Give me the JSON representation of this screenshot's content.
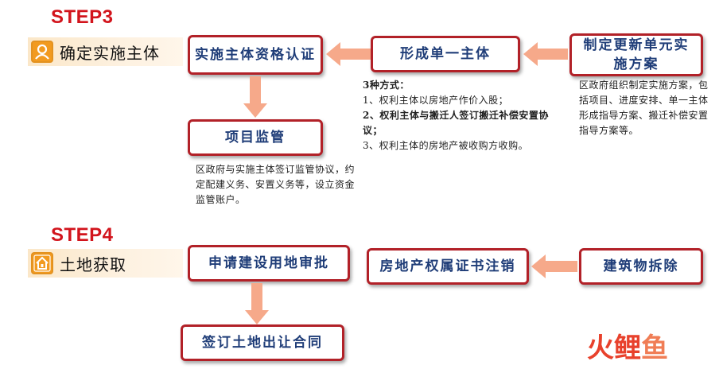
{
  "step3": {
    "heading": "STEP3",
    "stage_label": "确定实施主体",
    "boxes": {
      "qualification": "实施主体资格认证",
      "single_subject": "形成单一主体",
      "update_plan": "制定更新单元实施方案",
      "supervision": "项目监管"
    },
    "single_subject_desc": {
      "title": "3种方式：",
      "item1": "1、权利主体以房地产作价入股；",
      "item2": "2、权利主体与搬迁人签订搬迁补偿安置协议；",
      "item3": "3、权利主体的房地产被收购方收购。"
    },
    "update_plan_desc": "区政府组织制定实施方案，包括项目、进度安排、单一主体形成指导方案、搬迁补偿安置指导方案等。",
    "supervision_desc": "区政府与实施主体签订监管协议，约定配建义务、安置义务等，设立资金监管账户。"
  },
  "step4": {
    "heading": "STEP4",
    "stage_label": "土地获取",
    "boxes": {
      "land_approval": "申请建设用地审批",
      "certificate_cancel": "房地产权属证书注销",
      "demolition": "建筑物拆除",
      "land_contract": "签订土地出让合同"
    }
  },
  "watermark": {
    "logo_part1": "火",
    "logo_part2": "鲤",
    "logo_part3": "鱼"
  },
  "colors": {
    "step_red": "#d2141c",
    "box_border": "#b22128",
    "box_text": "#1f3d78",
    "arrow": "#f6a98a",
    "icon_orange": "#f29a1f"
  },
  "icons": [
    "person-icon",
    "house-icon"
  ]
}
